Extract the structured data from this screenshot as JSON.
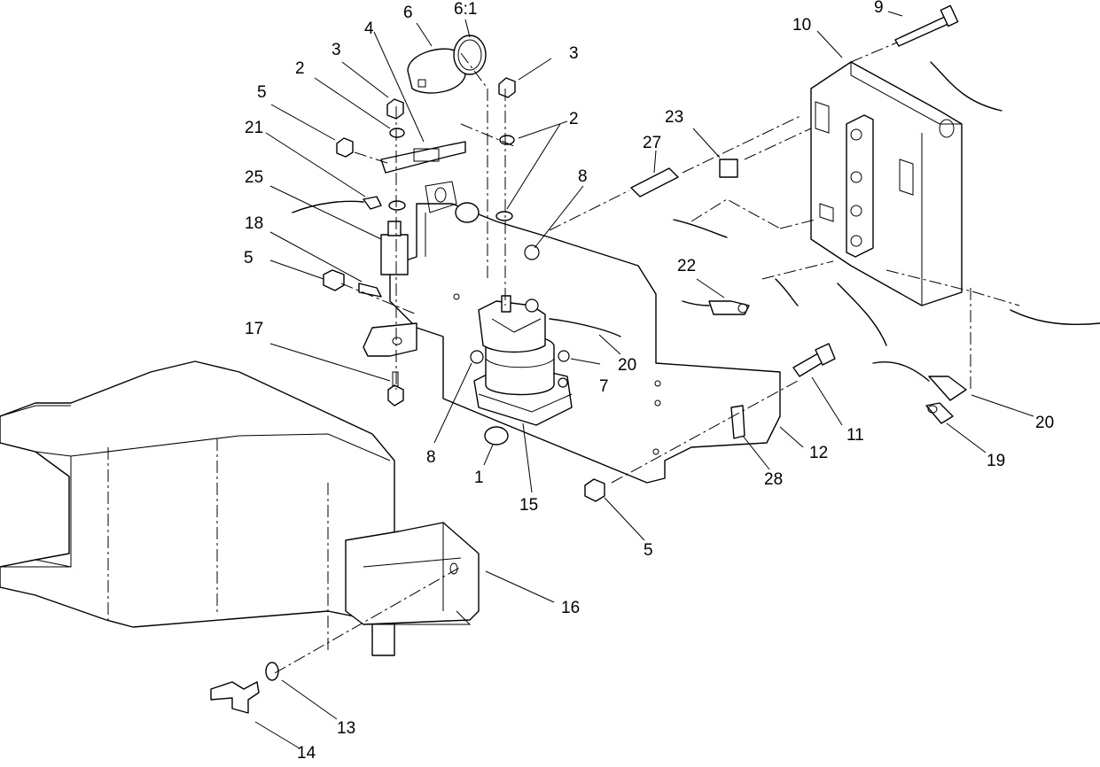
{
  "diagram": {
    "callouts": [
      "1",
      "2",
      "2",
      "3",
      "3",
      "4",
      "5",
      "5",
      "5",
      "6",
      "6:1",
      "7",
      "8",
      "8",
      "9",
      "10",
      "11",
      "12",
      "13",
      "14",
      "15",
      "16",
      "17",
      "18",
      "19",
      "20",
      "20",
      "21",
      "22",
      "23",
      "25",
      "27",
      "28"
    ]
  }
}
